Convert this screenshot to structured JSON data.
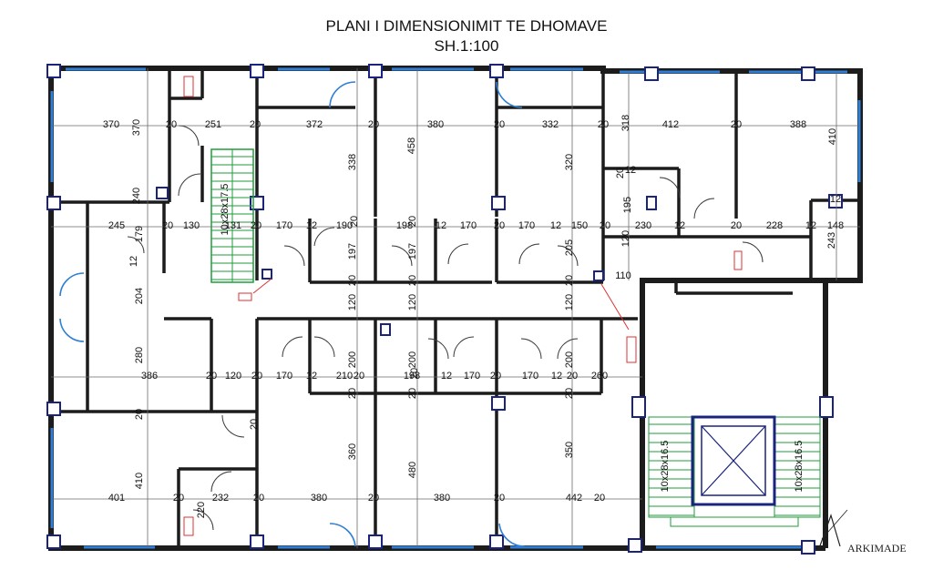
{
  "title": {
    "line1": "PLANI I DIMENSIONIMIT TE DHOMAVE",
    "line2": "SH.1:100"
  },
  "logo": {
    "text": "ARKIMADE"
  },
  "stairs": {
    "main": "10x28x17.5",
    "lower_left": "10x28x16.5",
    "lower_right": "10x28x16.5"
  },
  "dimensions": [
    "370",
    "370",
    "20",
    "251",
    "20",
    "372",
    "20",
    "380",
    "20",
    "332",
    "20",
    "412",
    "20",
    "388",
    "318",
    "410",
    "458",
    "338",
    "320",
    "20",
    "240",
    "12",
    "12",
    "245",
    "20",
    "130",
    "131",
    "20",
    "170",
    "12",
    "190",
    "20",
    "198",
    "20",
    "12",
    "170",
    "20",
    "170",
    "12",
    "150",
    "20",
    "230",
    "12",
    "20",
    "228",
    "12",
    "148",
    "195",
    "179",
    "12",
    "197",
    "197",
    "205",
    "120",
    "243",
    "110",
    "204",
    "120",
    "20",
    "120",
    "20",
    "120",
    "20",
    "280",
    "386",
    "20",
    "120",
    "20",
    "170",
    "12",
    "210",
    "20",
    "198",
    "20",
    "12",
    "170",
    "20",
    "170",
    "12",
    "20",
    "260",
    "200",
    "200",
    "200",
    "20",
    "20",
    "20",
    "20",
    "20",
    "410",
    "401",
    "20",
    "232",
    "20",
    "380",
    "20",
    "380",
    "20",
    "442",
    "20",
    "360",
    "480",
    "350",
    "220"
  ]
}
